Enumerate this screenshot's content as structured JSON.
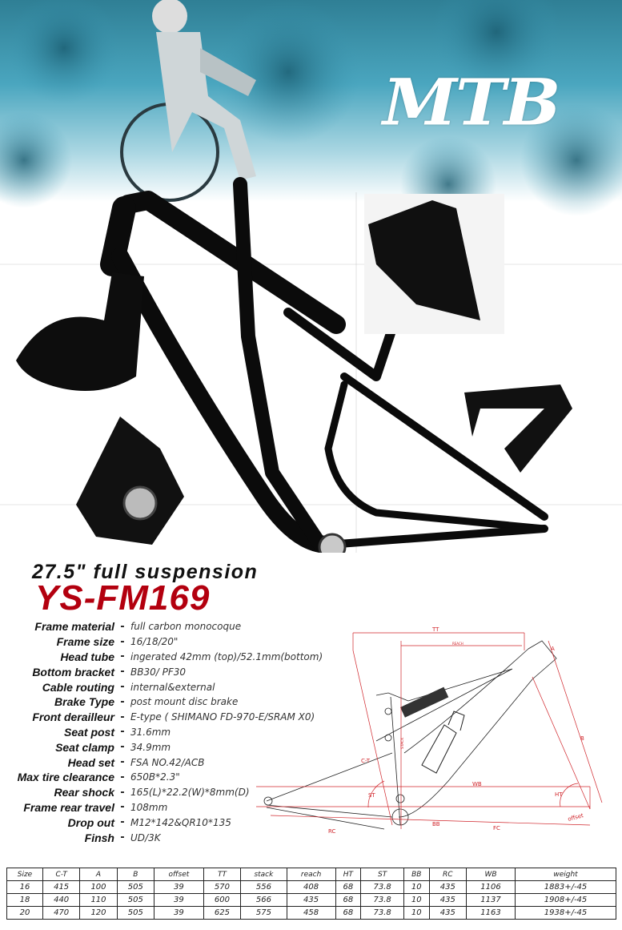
{
  "hero": {
    "title": "MTB"
  },
  "product": {
    "subtitle": "27.5\" full suspension",
    "model": "YS-FM169",
    "model_color": "#b3000f"
  },
  "specs": [
    {
      "label": "Frame material",
      "value": "full carbon monocoque"
    },
    {
      "label": "Frame size",
      "value": "16/18/20\""
    },
    {
      "label": "Head tube",
      "value": "ingerated 42mm (top)/52.1mm(bottom)"
    },
    {
      "label": "Bottom bracket",
      "value": "BB30/ PF30"
    },
    {
      "label": "Cable routing",
      "value": "internal&external"
    },
    {
      "label": "Brake Type",
      "value": "post mount disc brake"
    },
    {
      "label": "Front derailleur",
      "value": "E-type ( SHIMANO FD-970-E/SRAM X0)"
    },
    {
      "label": "Seat post",
      "value": "31.6mm"
    },
    {
      "label": "Seat clamp",
      "value": "34.9mm"
    },
    {
      "label": "Head set",
      "value": "FSA NO.42/ACB"
    },
    {
      "label": "Max tire clearance",
      "value": "650B*2.3\""
    },
    {
      "label": "Rear shock",
      "value": "165(L)*22.2(W)*8mm(D)"
    },
    {
      "label": "Frame rear travel",
      "value": "108mm"
    },
    {
      "label": "Drop  out",
      "value": "M12*142&QR10*135"
    },
    {
      "label": "Finsh",
      "value": "UD/3K"
    }
  ],
  "spec_separator": "-",
  "diagram": {
    "labels": {
      "tt": "TT",
      "reach": "REACH",
      "stack": "STACK",
      "a": "A",
      "b": "B",
      "ct": "C-T",
      "st": "ST",
      "wb": "WB",
      "ht": "HT",
      "bb": "BB",
      "rc": "RC",
      "fc": "FC",
      "offset": "offset"
    },
    "line_color": "#d0242a"
  },
  "geometry_table": {
    "headers": [
      "Size",
      "C-T",
      "A",
      "B",
      "offset",
      "TT",
      "stack",
      "reach",
      "HT",
      "ST",
      "BB",
      "RC",
      "WB",
      "weight"
    ],
    "rows": [
      [
        "16",
        "415",
        "100",
        "505",
        "39",
        "570",
        "556",
        "408",
        "68",
        "73.8",
        "10",
        "435",
        "1106",
        "1883+/-45"
      ],
      [
        "18",
        "440",
        "110",
        "505",
        "39",
        "600",
        "566",
        "435",
        "68",
        "73.8",
        "10",
        "435",
        "1137",
        "1908+/-45"
      ],
      [
        "20",
        "470",
        "120",
        "505",
        "39",
        "625",
        "575",
        "458",
        "68",
        "73.8",
        "10",
        "435",
        "1163",
        "1938+/-45"
      ]
    ]
  }
}
